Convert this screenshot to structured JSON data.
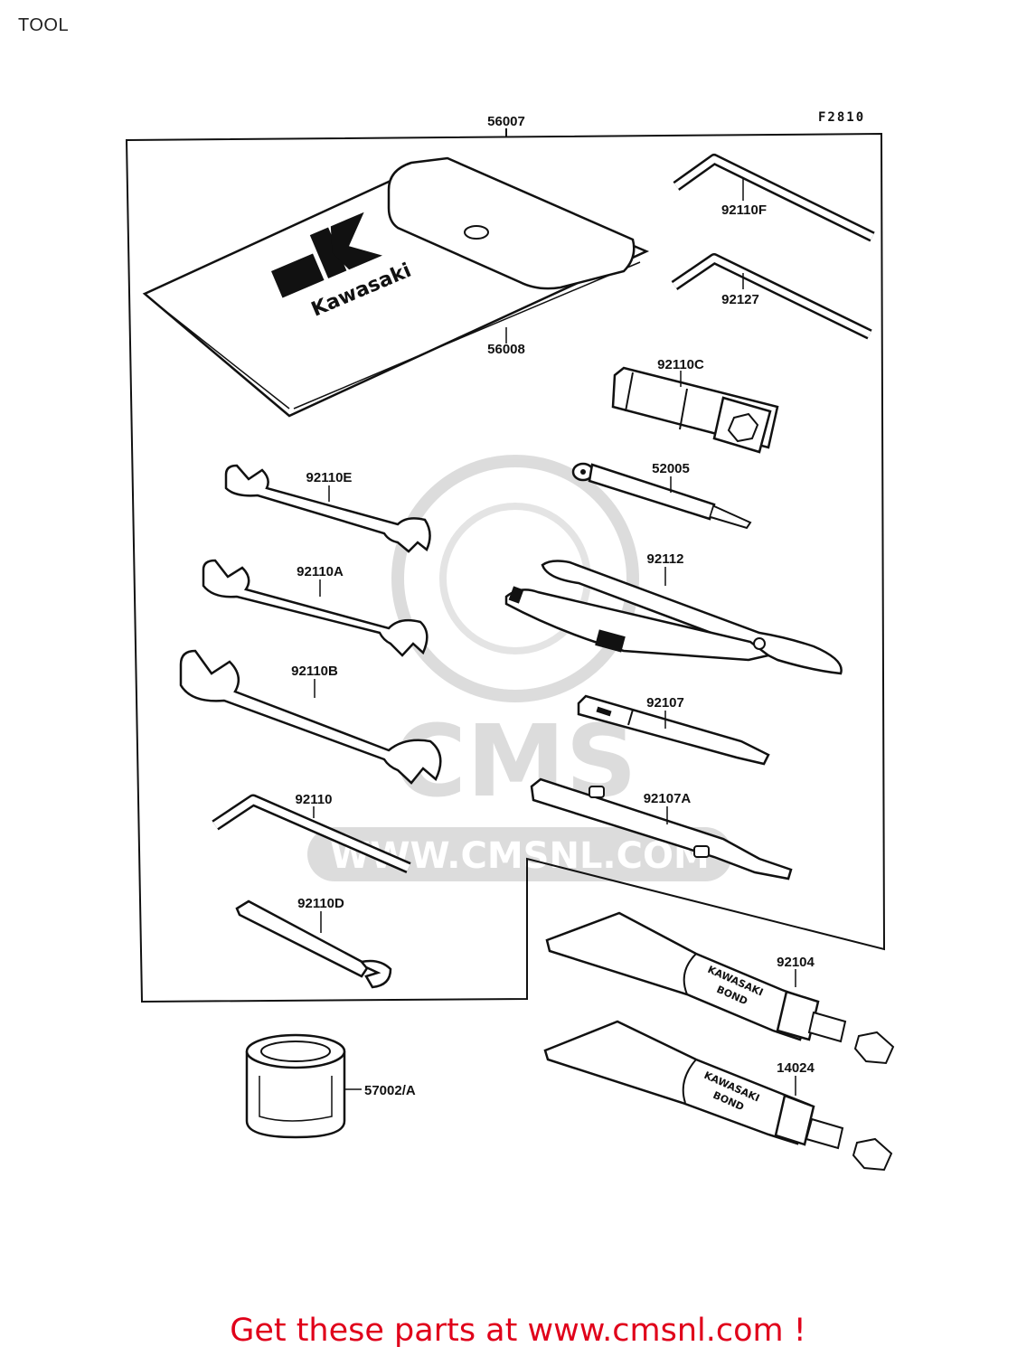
{
  "page": {
    "title": "TOOL"
  },
  "diagram": {
    "figure_code": "F2810",
    "parts": {
      "tool_kit": "56007",
      "tool_bag": "56008",
      "hex_wrench_f": "92110F",
      "hex_wrench_92127": "92127",
      "plug_wrench": "92110C",
      "screwdriver_handle": "52005",
      "wrench_e": "92110E",
      "wrench_a": "92110A",
      "wrench_b": "92110B",
      "pliers": "92112",
      "screwdriver_92107": "92107",
      "screwdriver_92107a": "92107A",
      "hex_wrench_92110": "92110",
      "spoke_wrench": "92110D",
      "bond_tube_92104": "92104",
      "bond_tube_14024": "14024",
      "grease_can": "57002/A"
    },
    "bag_brand": "Kawasaki",
    "tube_print_line1": "KAWASAKI",
    "tube_print_line2": "BOND",
    "watermark_text": "CMS",
    "watermark_url": "WWW.CMSNL.COM"
  },
  "footer": {
    "cta": "Get these parts at www.cmsnl.com !"
  },
  "colors": {
    "cta": "#e0001a",
    "line": "#111111",
    "watermark": "#d9d9d9"
  }
}
